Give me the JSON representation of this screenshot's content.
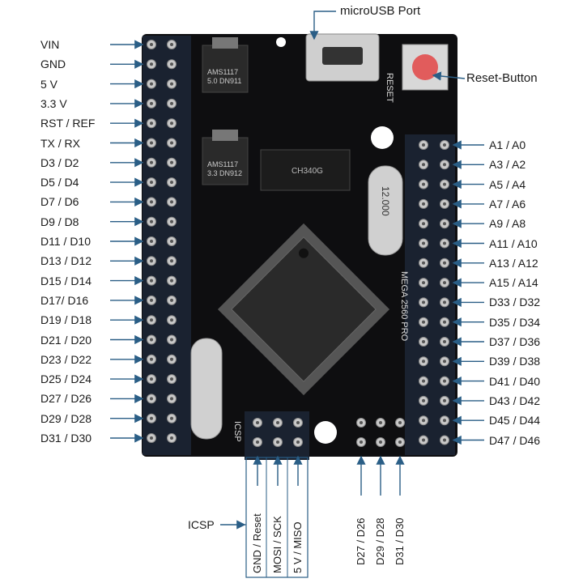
{
  "top_label": "microUSB Port",
  "reset_label": "Reset-Button",
  "icsp_label": "ICSP",
  "left_pins": [
    "VIN",
    "GND",
    "5 V",
    "3.3 V",
    "RST / REF",
    "TX / RX",
    "D3 / D2",
    "D5 / D4",
    "D7 / D6",
    "D9 / D8",
    "D11 / D10",
    "D13 / D12",
    "D15 / D14",
    "D17/ D16",
    "D19 / D18",
    "D21 / D20",
    "D23 / D22",
    "D25 / D24",
    "D27 / D26",
    "D29 / D28",
    "D31 / D30"
  ],
  "right_pins": [
    "A1 / A0",
    "A3 / A2",
    "A5 / A4",
    "A7 / A6",
    "A9 / A8",
    "A11 / A10",
    "A13 / A12",
    "A15 / A14",
    "D33 / D32",
    "D35 / D34",
    "D37 / D36",
    "D39 / D38",
    "D41 / D40",
    "D43 / D42",
    "D45 / D44",
    "D47 / D46"
  ],
  "bottom_icsp": [
    "GND / Reset",
    "MOSI / SCK",
    "5 V / MISO"
  ],
  "bottom_right": [
    "D27 / D26",
    "D29 / D28",
    "D31 / D30"
  ],
  "board_text": {
    "reg1": "AMS1117\n5.0 DN911",
    "reg2": "AMS1117\n3.3 DN912",
    "chip": "CH340G",
    "crystal": "12.000",
    "model": "MEGA 2560 PRO",
    "reset": "RESET",
    "icsp": "ICSP"
  },
  "colors": {
    "board": "#0e0e10",
    "pad": "#c9c9c9",
    "arrow": "#2a5e86",
    "box": "#2a5e86"
  }
}
